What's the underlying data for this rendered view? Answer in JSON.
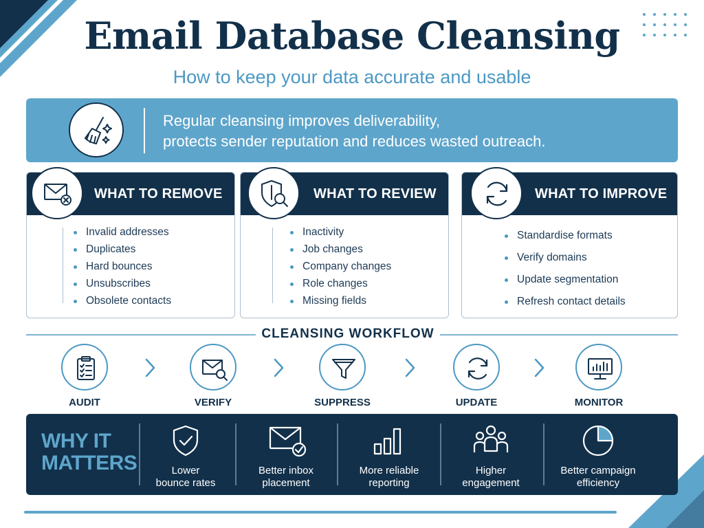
{
  "header": {
    "title": "Email Database Cleansing",
    "subtitle": "How to keep your data accurate and usable"
  },
  "banner": {
    "icon": "broom-icon",
    "line1": "Regular cleansing improves deliverability,",
    "line2": "protects sender reputation and reduces wasted outreach."
  },
  "cards": [
    {
      "title": "WHAT TO REMOVE",
      "icon": "envelope-remove-icon",
      "items": [
        "Invalid addresses",
        "Duplicates",
        "Hard bounces",
        "Unsubscribes",
        "Obsolete contacts"
      ]
    },
    {
      "title": "WHAT TO REVIEW",
      "icon": "shield-search-icon",
      "items": [
        "Inactivity",
        "Job changes",
        "Company changes",
        "Role changes",
        "Missing fields"
      ]
    },
    {
      "title": "WHAT TO IMPROVE",
      "icon": "refresh-icon",
      "items": [
        "Standardise formats",
        "Verify domains",
        "Update segmentation",
        "Refresh contact details"
      ]
    }
  ],
  "workflow": {
    "title": "CLEANSING WORKFLOW",
    "steps": [
      {
        "label": "AUDIT",
        "icon": "clipboard-icon"
      },
      {
        "label": "VERIFY",
        "icon": "envelope-search-icon"
      },
      {
        "label": "SUPPRESS",
        "icon": "funnel-icon"
      },
      {
        "label": "UPDATE",
        "icon": "cycle-icon"
      },
      {
        "label": "MONITOR",
        "icon": "monitor-chart-icon"
      }
    ]
  },
  "why": {
    "title_line1": "WHY IT",
    "title_line2": "MATTERS",
    "items": [
      {
        "line1": "Lower",
        "line2": "bounce rates",
        "icon": "shield-check-icon"
      },
      {
        "line1": "Better inbox",
        "line2": "placement",
        "icon": "envelope-check-icon"
      },
      {
        "line1": "More reliable",
        "line2": "reporting",
        "icon": "bar-chart-icon"
      },
      {
        "line1": "Higher",
        "line2": "engagement",
        "icon": "people-icon"
      },
      {
        "line1": "Better campaign",
        "line2": "efficiency",
        "icon": "pie-chart-icon"
      }
    ]
  },
  "colors": {
    "navy": "#12304a",
    "accent_blue": "#5ea5cb",
    "light_blue": "#4b98c3",
    "white": "#ffffff"
  }
}
